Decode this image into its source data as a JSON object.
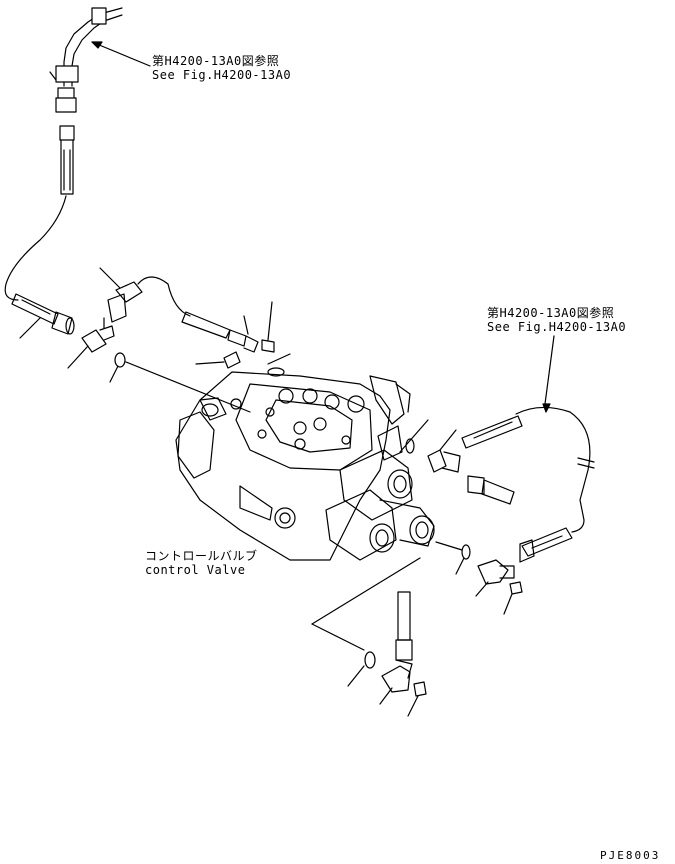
{
  "references": {
    "top": {
      "jp": "第H4200-13A0図参照",
      "en": "See Fig.H4200-13A0"
    },
    "right": {
      "jp": "第H4200-13A0図参照",
      "en": "See Fig.H4200-13A0"
    }
  },
  "valve_label": {
    "jp": "コントロールバルブ",
    "en": "control Valve"
  },
  "drawing_code": "PJE8003"
}
